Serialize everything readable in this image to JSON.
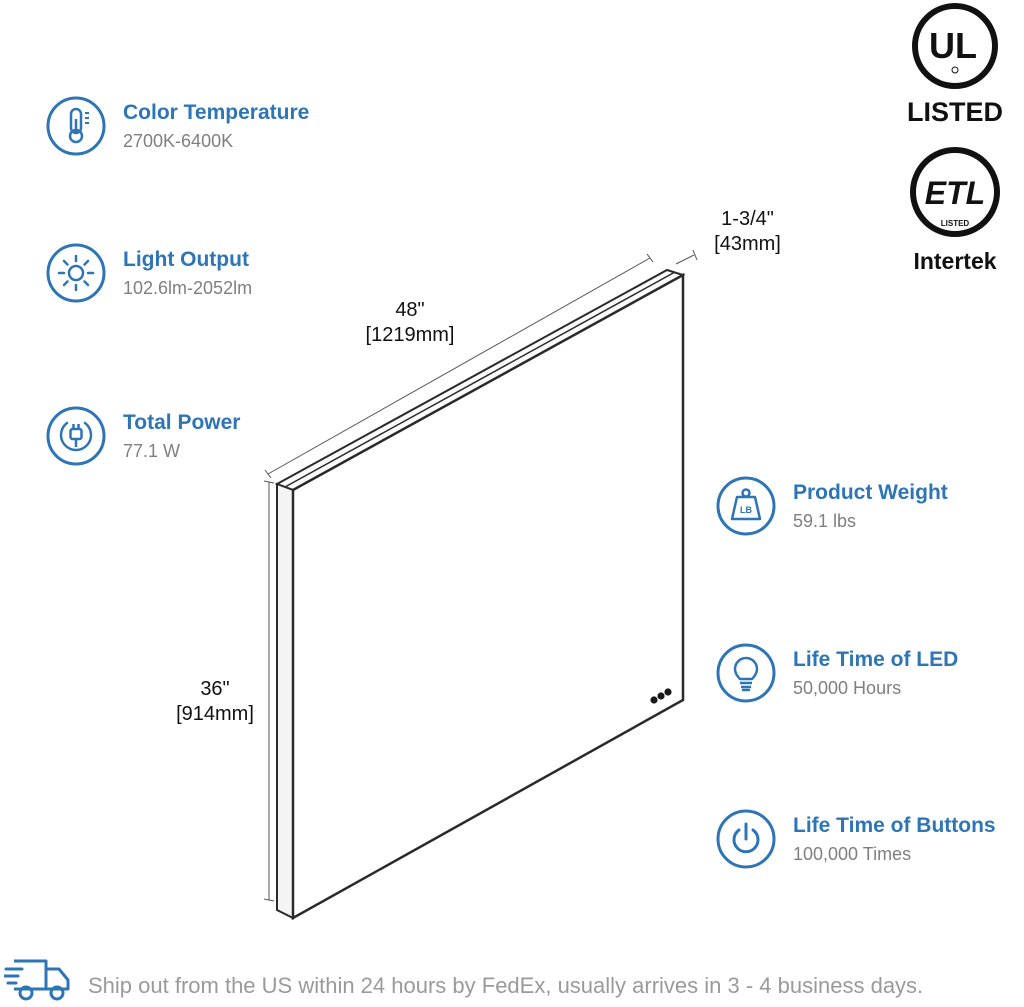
{
  "colors": {
    "accent": "#2e75b6",
    "value_gray": "#7f7f7f",
    "text_dark": "#111111"
  },
  "specs_left": [
    {
      "title": "Color Temperature",
      "value": "2700K-6400K",
      "icon": "thermometer-icon"
    },
    {
      "title": "Light Output",
      "value": "102.6lm-2052lm",
      "icon": "sun-icon"
    },
    {
      "title": "Total Power",
      "value": "77.1 W",
      "icon": "plug-icon"
    }
  ],
  "specs_right": [
    {
      "title": "Product Weight",
      "value": "59.1 lbs",
      "icon": "weight-icon"
    },
    {
      "title": "Life Time of LED",
      "value": "50,000 Hours",
      "icon": "lightbulb-icon"
    },
    {
      "title": "Life Time of Buttons",
      "value": "100,000 Times",
      "icon": "power-icon"
    }
  ],
  "dimensions": {
    "width": {
      "inch": "48\"",
      "mm": "[1219mm]"
    },
    "depth": {
      "inch": "1-3/4\"",
      "mm": "[43mm]"
    },
    "height": {
      "inch": "36\"",
      "mm": "[914mm]"
    }
  },
  "certifications": {
    "ul": {
      "mark": "UL",
      "label": "LISTED",
      "icon": "ul-logo"
    },
    "etl": {
      "mark": "ETL",
      "sub": "LISTED",
      "label": "Intertek",
      "icon": "etl-logo"
    }
  },
  "weight_badge": "LB",
  "shipping": {
    "text": "Ship out from the US within 24 hours by FedEx, usually arrives in 3 - 4 business days.",
    "icon": "delivery-truck-icon"
  }
}
